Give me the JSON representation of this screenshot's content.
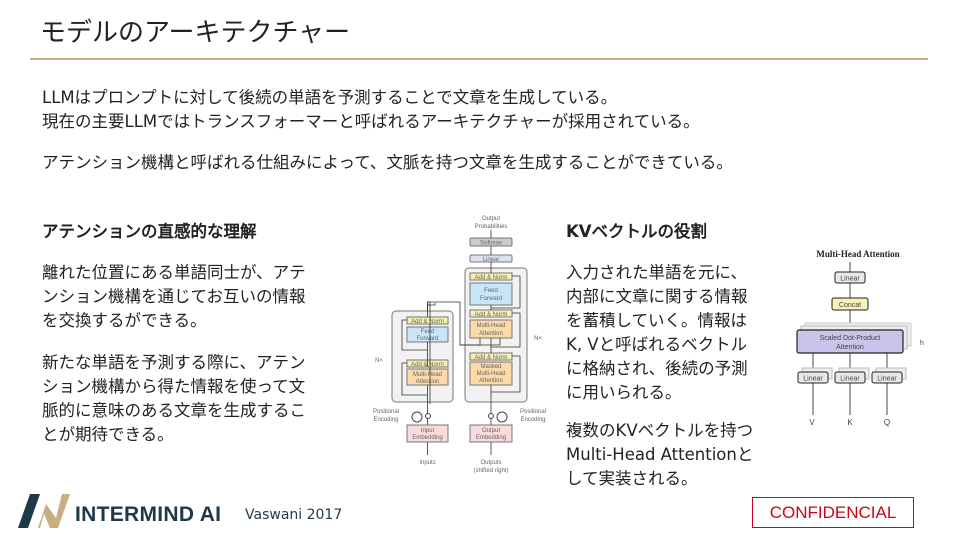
{
  "title": "モデルのアーキテクチャー",
  "intro": [
    "LLMはプロンプトに対して後続の単語を予測することで文章を生成している。",
    "現在の主要LLMではトランスフォーマーと呼ばれるアーキテクチャーが採用されている。",
    "アテンション機構と呼ばれる仕組みによって、文脈を持つ文章を生成することができている。"
  ],
  "left": {
    "heading": "アテンションの直感的な理解",
    "p1": [
      "離れた位置にある単語同士が、アテ",
      "ンション機構を通じてお互いの情報",
      "を交換するができる。"
    ],
    "p2": [
      "新たな単語を予測する際に、アテン",
      "ション機構から得た情報を使って文",
      "脈的に意味のある文章を生成するこ",
      "とが期待できる。"
    ]
  },
  "right": {
    "heading": "KVベクトルの役割",
    "p1": [
      "入力された単語を元に、",
      "内部に文章に関する情報",
      "を蓄積していく。情報は",
      "K, Vと呼ばれるベクトル",
      "に格納され、後続の予測",
      "に用いられる。"
    ],
    "p2": [
      "複数のKVベクトルを持つ",
      "Multi-Head Attentionと",
      "して実装される。"
    ]
  },
  "transformer": {
    "output_probabilities": [
      "Output",
      "Probabilities"
    ],
    "softmax": "Softmax",
    "linear": "Linear",
    "add_norm": "Add & Norm",
    "feed_forward": [
      "Feed",
      "Forward"
    ],
    "multi_head": [
      "Multi-Head",
      "Attention"
    ],
    "masked": [
      "Masked",
      "Multi-Head",
      "Attention"
    ],
    "nx": "N×",
    "positional": [
      "Positional",
      "Encoding"
    ],
    "input_embedding": [
      "Input",
      "Embedding"
    ],
    "output_embedding": [
      "Output",
      "Embedding"
    ],
    "inputs": "Inputs",
    "outputs": [
      "Outputs",
      "(shifted right)"
    ]
  },
  "mha": {
    "title": "Multi-Head Attention",
    "linear": "Linear",
    "concat": "Concat",
    "sdpa": [
      "Scaled Dot-Product",
      "Attention"
    ],
    "h": "h",
    "v": "V",
    "k": "K",
    "q": "Q"
  },
  "footer": {
    "brand": "INTERMIND AI",
    "citation": "Vaswani 2017",
    "confidential": "CONFIDENCIAL"
  },
  "colors": {
    "accent": "#c9ae84",
    "brand": "#1e3a48",
    "confidential": "#d0021b"
  }
}
